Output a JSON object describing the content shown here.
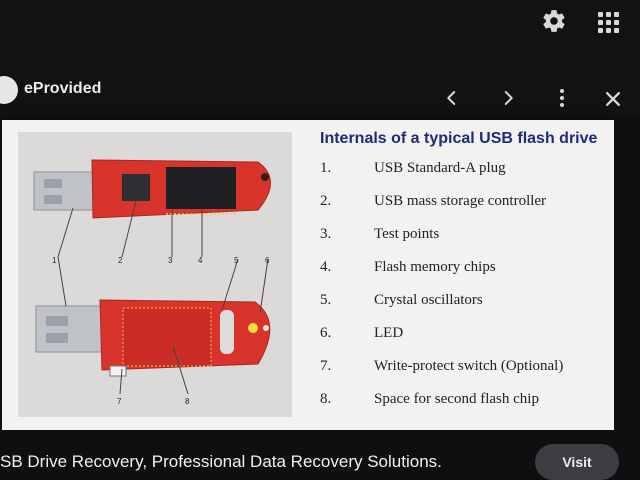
{
  "header": {
    "source_name": "eProvided",
    "icons": {
      "settings": "gear-icon",
      "apps": "app-grid-icon",
      "prev": "chevron-left-icon",
      "next": "chevron-right-icon",
      "more": "more-vertical-icon",
      "close": "close-icon"
    }
  },
  "figure": {
    "heading": "Internals of a typical USB flash drive",
    "items": [
      {
        "num": "1.",
        "label": "USB Standard-A plug"
      },
      {
        "num": "2.",
        "label": "USB mass storage controller"
      },
      {
        "num": "3.",
        "label": "Test points"
      },
      {
        "num": "4.",
        "label": "Flash memory chips"
      },
      {
        "num": "5.",
        "label": "Crystal oscillators"
      },
      {
        "num": "6.",
        "label": "LED"
      },
      {
        "num": "7.",
        "label": "Write-protect switch (Optional)"
      },
      {
        "num": "8.",
        "label": "Space for second flash chip"
      }
    ],
    "markers": [
      "1",
      "2",
      "3",
      "4",
      "5",
      "6",
      "7",
      "8"
    ]
  },
  "caption": "SB Drive Recovery, Professional Data Recovery Solutions.",
  "visit_label": "Visit",
  "colors": {
    "background": "#0f0f10",
    "pcb_red": "#d9342b",
    "heading_blue": "#1f2b7a"
  }
}
